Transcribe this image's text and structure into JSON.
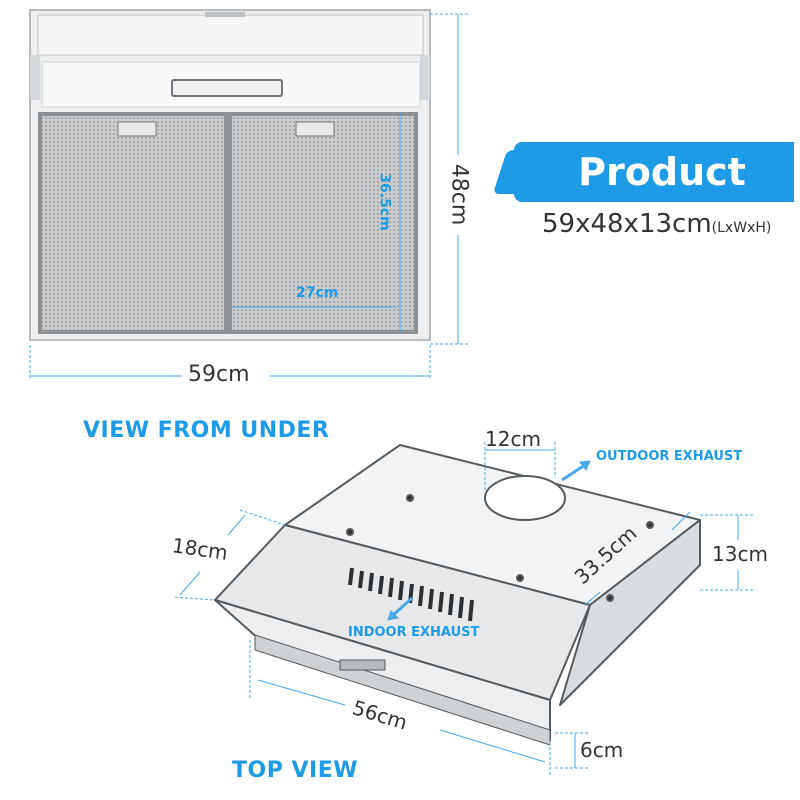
{
  "header": {
    "badge_title": "Product size",
    "overall_dims": "59x48x13cm",
    "overall_dims_suffix": "(LxWxH)"
  },
  "view_from_under": {
    "heading": "VIEW FROM UNDER",
    "width_label": "59cm",
    "depth_label": "48cm",
    "filter_height_label": "36.5cm",
    "filter_width_label": "27cm"
  },
  "top_view": {
    "heading": "TOP VIEW",
    "outlet_label": "12cm",
    "outdoor_exhaust_label": "OUTDOOR EXHAUST",
    "indoor_exhaust_label": "INDOOR EXHAUST",
    "front_depth_label": "18cm",
    "side_depth_label": "33.5cm",
    "height_label": "13cm",
    "width_label": "56cm",
    "lip_height_label": "6cm"
  },
  "colors": {
    "accent": "#1e9be6",
    "dim_line": "#4aa8e8",
    "text": "#333333",
    "panel": "#e9eaeb",
    "mesh": "#b9bcbf"
  }
}
